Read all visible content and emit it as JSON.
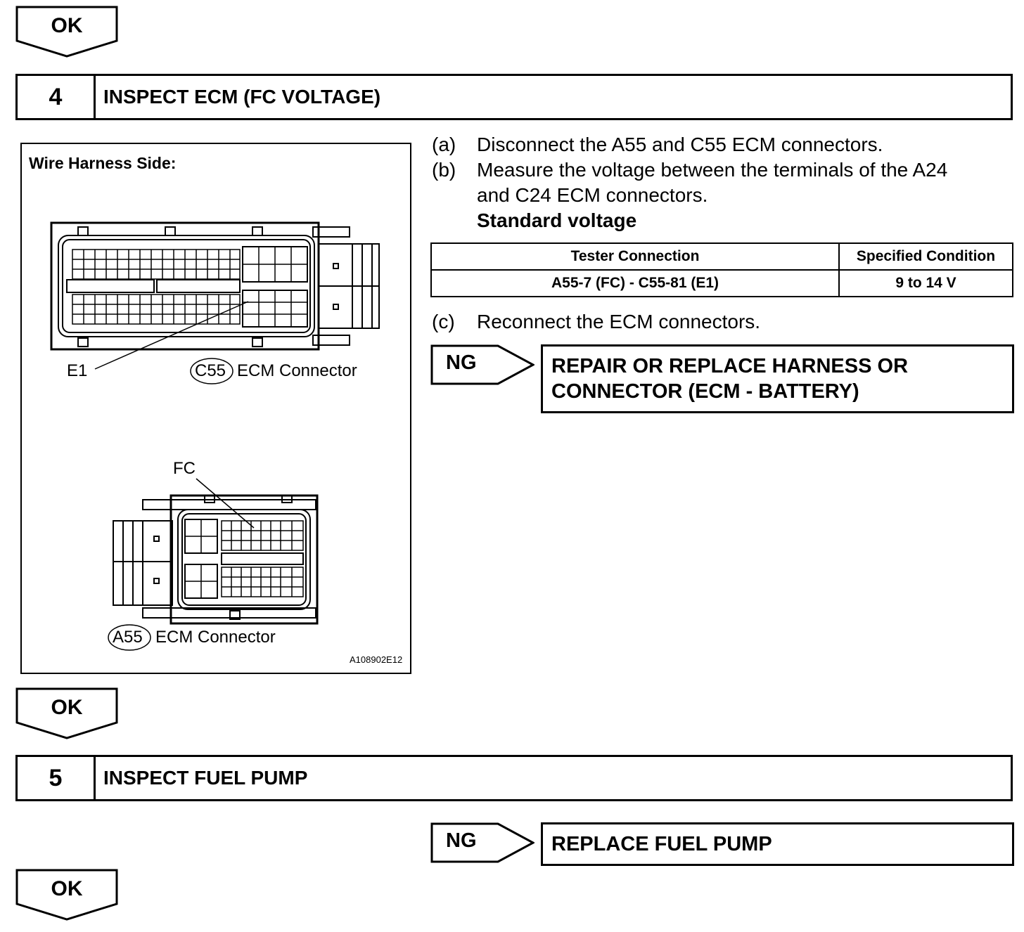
{
  "flow": {
    "ok_label_1": "OK",
    "ok_label_2": "OK",
    "ok_label_3": "OK",
    "ng_label_1": "NG",
    "ng_label_2": "NG"
  },
  "step4": {
    "number": "4",
    "title": "INSPECT ECM (FC VOLTAGE)"
  },
  "step5": {
    "number": "5",
    "title": "INSPECT FUEL PUMP"
  },
  "diagram": {
    "title": "Wire Harness Side:",
    "c55_code": "C55",
    "c55_label": "ECM Connector",
    "a55_code": "A55",
    "a55_label": "ECM Connector",
    "e1_label": "E1",
    "fc_label": "FC",
    "ref_code": "A108902E12"
  },
  "instructions": {
    "a_label": "(a)",
    "a_text": "Disconnect the A55 and C55 ECM connectors.",
    "b_label": "(b)",
    "b_text_line1": "Measure the voltage between the terminals of the A24",
    "b_text_line2": "and C24 ECM connectors.",
    "standard": "Standard voltage",
    "c_label": "(c)",
    "c_text": "Reconnect the ECM connectors."
  },
  "spec_table": {
    "headers": [
      "Tester Connection",
      "Specified Condition"
    ],
    "rows": [
      [
        "A55-7 (FC) - C55-81 (E1)",
        "9 to 14 V"
      ]
    ]
  },
  "results": {
    "ng1_line1": "REPAIR OR REPLACE HARNESS OR",
    "ng1_line2": "CONNECTOR (ECM - BATTERY)",
    "ng2": "REPLACE FUEL PUMP"
  }
}
